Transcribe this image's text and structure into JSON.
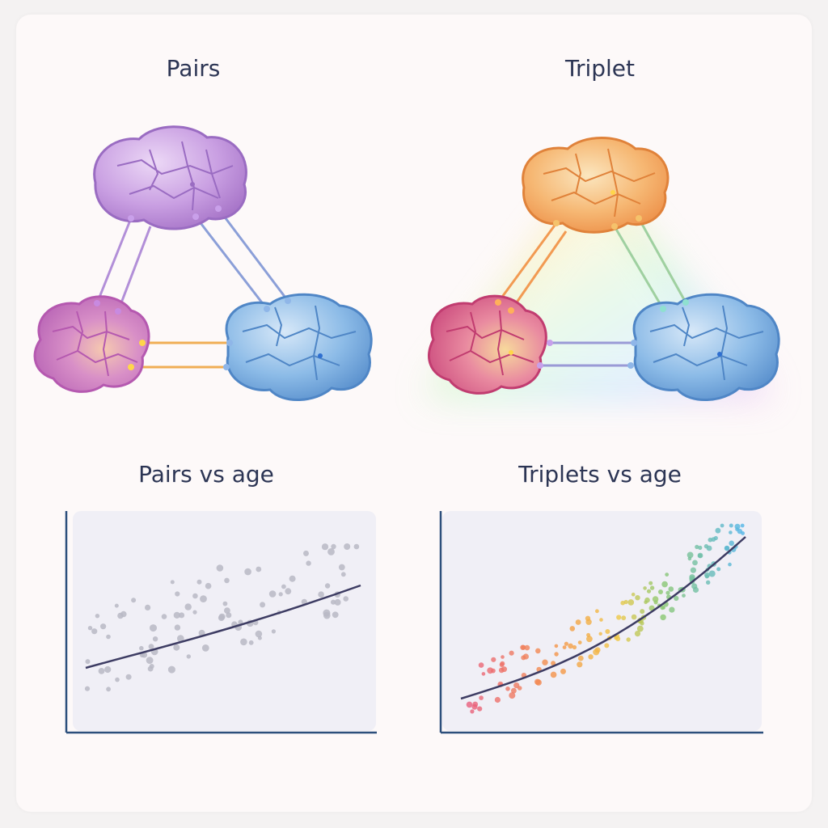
{
  "panels": {
    "pairs": {
      "title": "Pairs"
    },
    "triplet": {
      "title": "Triplet"
    }
  },
  "plots": {
    "pairs": {
      "title": "Pairs vs age"
    },
    "triplets": {
      "title": "Triplets vs age"
    }
  },
  "brains": {
    "pairs": [
      "purple-brain-top",
      "pink-purple-brain-left",
      "blue-brain-right"
    ],
    "triplet": [
      "orange-brain-top",
      "red-pink-brain-left",
      "blue-brain-right"
    ]
  },
  "colors": {
    "purple": "#c69be0",
    "pink_purple": "#c875c6",
    "blue": "#7fb2e3",
    "orange": "#f3a865",
    "red_pink": "#e0607c",
    "trend_line": "#3d3c63",
    "axis": "#2c4f7c",
    "scatter_gray": "#b9b9c4"
  }
}
